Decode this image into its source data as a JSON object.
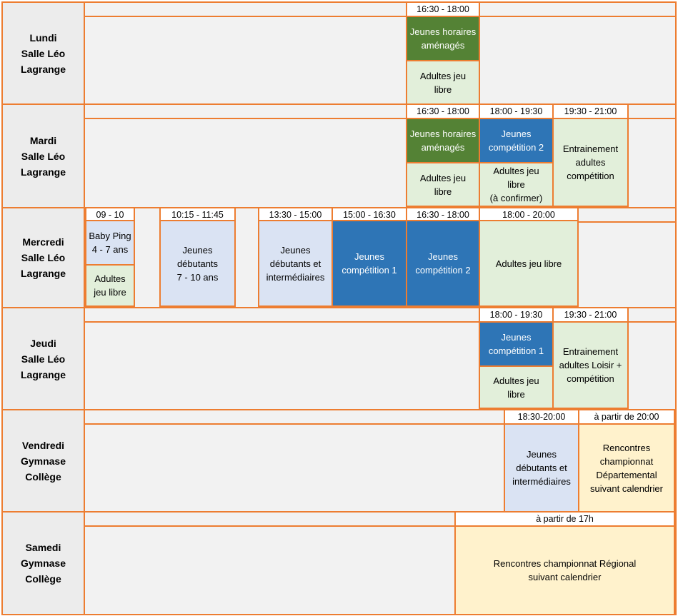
{
  "days": {
    "lundi": "Lundi\nSalle Léo\nLagrange",
    "mardi": "Mardi\nSalle Léo\nLagrange",
    "mercredi": "Mercredi\nSalle Léo\nLagrange",
    "jeudi": "Jeudi\nSalle Léo\nLagrange",
    "vendredi": "Vendredi\nGymnase\nCollège",
    "samedi": "Samedi\nGymnase\nCollège"
  },
  "lundi": {
    "t1": "16:30 - 18:00",
    "c1": "Jeunes horaires\naménagés",
    "c2": "Adultes jeu\nlibre"
  },
  "mardi": {
    "t1": "16:30 - 18:00",
    "t2": "18:00 - 19:30",
    "t3": "19:30 - 21:00",
    "c1": "Jeunes horaires\naménagés",
    "c2": "Adultes jeu\nlibre",
    "c3": "Jeunes\ncompétition 2",
    "c4": "Adultes jeu\nlibre\n(à confirmer)",
    "c5": "Entrainement\nadultes\ncompétition"
  },
  "mercredi": {
    "t1": "09 - 10",
    "t2": "10:15 - 11:45",
    "t3": "13:30 - 15:00",
    "t4": "15:00 - 16:30",
    "t5": "16:30 - 18:00",
    "t6": "18:00 - 20:00",
    "c1": "Baby Ping\n4 - 7 ans",
    "c2": "Adultes\njeu libre",
    "c3": "Jeunes\ndébutants\n7 - 10 ans",
    "c4": "Jeunes\ndébutants et\nintermédiaires",
    "c5": "Jeunes\ncompétition 1",
    "c6": "Jeunes\ncompétition 2",
    "c7": "Adultes jeu libre"
  },
  "jeudi": {
    "t1": "18:00 - 19:30",
    "t2": "19:30 - 21:00",
    "c1": "Jeunes\ncompétition 1",
    "c2": "Adultes jeu\nlibre",
    "c3": "Entrainement\nadultes Loisir +\ncompétition"
  },
  "vendredi": {
    "t1": "18:30-20:00",
    "t2": "à partir de 20:00",
    "c1": "Jeunes\ndébutants et\nintermédiaires",
    "c2": "Rencontres\nchampionnat\nDépartemental\nsuivant calendrier"
  },
  "samedi": {
    "t1": "à partir de 17h",
    "c1": "Rencontres championnat Régional\nsuivant calendrier"
  },
  "colors": {
    "border": "#ed7d31",
    "green": "#548235",
    "blue": "#2e75b6",
    "light_green": "#e2efda",
    "light_blue": "#dae3f3",
    "yellow": "#fff2cc",
    "day_bg": "#ececec"
  }
}
